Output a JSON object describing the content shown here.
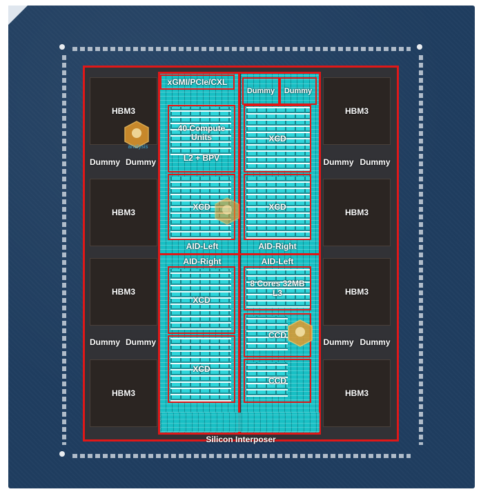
{
  "package": {
    "corner_marker_color": "#dfe6ee",
    "substrate_color": "#1f3d5f",
    "outline_color": "#e01818"
  },
  "labels": {
    "interposer": "Silicon Interposer",
    "hbm": "HBM3",
    "dummy": "Dummy",
    "io_top": "xGMI/PCIe/CXL",
    "compute_units": "40 Compute Units",
    "l2_bpv": "L2 + BPV",
    "xcd": "XCD",
    "ccd": "CCD",
    "cores_l3": "8 Cores 32MB L3",
    "aid_left": "AID-Left",
    "aid_right": "AID-Right"
  },
  "logo": {
    "text": "analysis"
  }
}
